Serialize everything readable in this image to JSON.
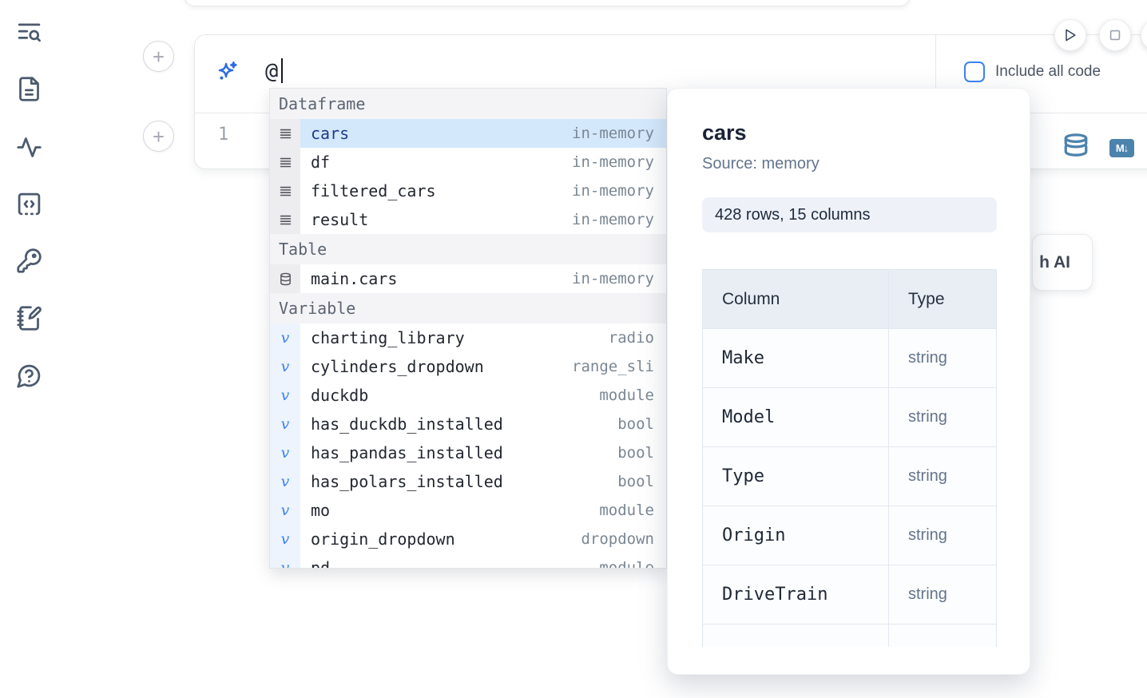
{
  "sidebar": {
    "icons": [
      {
        "name": "list-search"
      },
      {
        "name": "file-text"
      },
      {
        "name": "activity"
      },
      {
        "name": "code-snippets"
      },
      {
        "name": "key"
      },
      {
        "name": "notebook-pen"
      },
      {
        "name": "help-chat"
      }
    ]
  },
  "toolbar": {
    "add_cell_label": "+",
    "include_all_code_label": "Include all code"
  },
  "ai_input": {
    "value": "@"
  },
  "editor": {
    "line_number": "1"
  },
  "completion": {
    "sections": [
      {
        "label": "Dataframe",
        "kind": "dataframe",
        "items": [
          {
            "name": "cars",
            "detail": "in-memory",
            "selected": true
          },
          {
            "name": "df",
            "detail": "in-memory"
          },
          {
            "name": "filtered_cars",
            "detail": "in-memory"
          },
          {
            "name": "result",
            "detail": "in-memory"
          }
        ]
      },
      {
        "label": "Table",
        "kind": "table",
        "items": [
          {
            "name": "main.cars",
            "detail": "in-memory"
          }
        ]
      },
      {
        "label": "Variable",
        "kind": "variable",
        "items": [
          {
            "name": "charting_library",
            "detail": "radio"
          },
          {
            "name": "cylinders_dropdown",
            "detail": "range_sli"
          },
          {
            "name": "duckdb",
            "detail": "module"
          },
          {
            "name": "has_duckdb_installed",
            "detail": "bool"
          },
          {
            "name": "has_pandas_installed",
            "detail": "bool"
          },
          {
            "name": "has_polars_installed",
            "detail": "bool"
          },
          {
            "name": "mo",
            "detail": "module"
          },
          {
            "name": "origin_dropdown",
            "detail": "dropdown"
          },
          {
            "name": "pd",
            "detail": "module"
          }
        ]
      }
    ]
  },
  "preview": {
    "title": "cars",
    "source": "Source: memory",
    "shape_badge": "428 rows, 15 columns",
    "table": {
      "headers": [
        "Column",
        "Type"
      ],
      "rows": [
        [
          "Make",
          "string"
        ],
        [
          "Model",
          "string"
        ],
        [
          "Type",
          "string"
        ],
        [
          "Origin",
          "string"
        ],
        [
          "DriveTrain",
          "string"
        ]
      ],
      "clipped_row": [
        "",
        ""
      ]
    }
  },
  "generate_ai_button": {
    "visible_label": "h AI"
  },
  "colors": {
    "accent_blue": "#3b82f6",
    "selected_row_bg": "#d4e8fc",
    "selected_row_text": "#1e3a8a",
    "steel_blue_icons": "#4c83ad",
    "section_header_bg": "#f4f4f6",
    "badge_bg": "#eef2f8",
    "border": "#e5e7ea",
    "muted_text": "#64748b"
  }
}
